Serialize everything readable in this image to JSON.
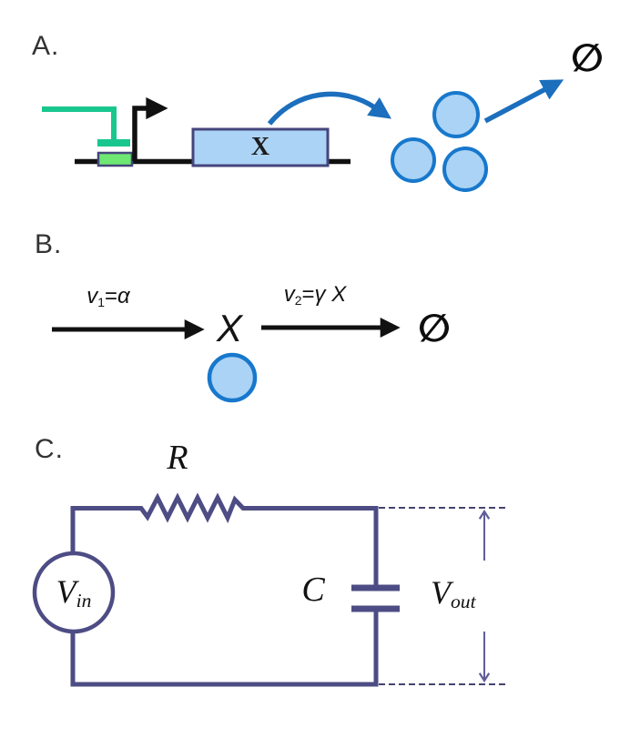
{
  "figure": {
    "description_labels": {
      "panelA": "A.",
      "panelB": "B.",
      "panelC": "C."
    }
  },
  "panelA": {
    "label": "A.",
    "gene_label": "X",
    "empty_set": "∅"
  },
  "panelB": {
    "label": "B.",
    "species_label": "X",
    "empty_set": "∅",
    "rate1": {
      "var": "v",
      "sub": "1",
      "eq": "=",
      "rhs": "α"
    },
    "rate2": {
      "var": "v",
      "sub": "2",
      "eq": "=",
      "rhs": "γ X"
    }
  },
  "panelC": {
    "label": "C.",
    "resistor_label": "R",
    "capacitor_label": "C",
    "vin": {
      "base": "V",
      "sub": "in"
    },
    "vout": {
      "base": "V",
      "sub": "out"
    }
  },
  "colors": {
    "ink": "#111111",
    "label": "#333333",
    "accent-blue": "#1b6fbd",
    "circle-blue": "#1778cc",
    "fill-blue": "#abd3f5",
    "box-border": "#45457c",
    "green": "#19c78e",
    "promoter-green": "#6fe773",
    "circuit": "#4d4c84",
    "measure": "#5f5e99",
    "dash": "#45446f"
  }
}
